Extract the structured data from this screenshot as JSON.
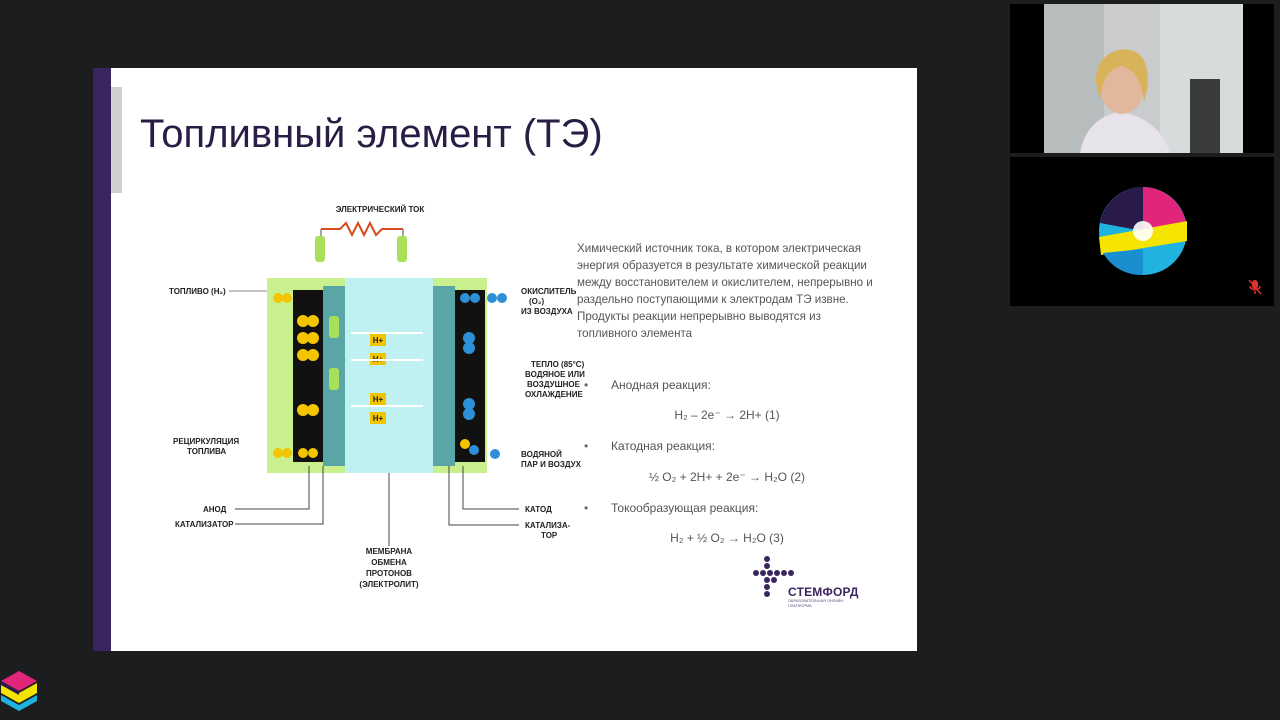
{
  "slide": {
    "title": "Топливный элемент (ТЭ)",
    "diagram": {
      "current_label": "ЭЛЕКТРИЧЕСКИЙ ТОК",
      "fuel_label": "ТОПЛИВО (H₂)",
      "oxidant_label_1": "ОКИСЛИТЕЛЬ",
      "oxidant_label_2": "(O₂)",
      "oxidant_label_3": "ИЗ ВОЗДУХА",
      "heat_label_1": "ТЕПЛО (85°C)",
      "heat_label_2": "ВОДЯНОЕ ИЛИ",
      "heat_label_3": "ВОЗДУШНОЕ",
      "heat_label_4": "ОХЛАЖДЕНИЕ",
      "recirc_label_1": "РЕЦИРКУЛЯЦИЯ",
      "recirc_label_2": "ТОПЛИВА",
      "water_label_1": "ВОДЯНОЙ",
      "water_label_2": "ПАР И ВОЗДУХ",
      "anode_label": "АНОД",
      "catalyst_left_label": "КАТАЛИЗАТОР",
      "cathode_label": "КАТОД",
      "catalyst_right_label_1": "КАТАЛИЗА-",
      "catalyst_right_label_2": "ТОР",
      "membrane_label_1": "МЕМБРАНА",
      "membrane_label_2": "ОБМЕНА",
      "membrane_label_3": "ПРОТОНОВ",
      "membrane_label_4": "(ЭЛЕКТРОЛИТ)",
      "proton_label": "H+"
    },
    "description": "Химический источник тока, в котором электрическая энергия образуется в результате химической реакции между восстановителем и окислителем, непрерывно и раздельно поступающими к электродам ТЭ извне. Продукты реакции непрерывно выводятся из топливного элемента",
    "reactions": [
      {
        "label": "Анодная реакция:",
        "equation": "H₂ – 2e⁻ → 2H+ (1)"
      },
      {
        "label": "Катодная реакция:",
        "equation": "½ O₂ + 2H+ + 2e⁻ → H₂O (2)"
      },
      {
        "label": "Токообразующая реакция:",
        "equation": "H₂ + ½ O₂ → H₂O (3)"
      }
    ],
    "logo": {
      "name": "СТЕМФОРД",
      "tagline": "ОБРАЗОВАТЕЛЬНАЯ ОНЛАЙН-ПЛАТФОРМА"
    }
  },
  "colors": {
    "slide_bar": "#3a2560",
    "title": "#2a1d45",
    "cell_outer": "#c9f08c",
    "electrolyte": "#bff0f2",
    "hydrogen": "#f2c500",
    "oxygen": "#2f8fd6"
  },
  "icons": {
    "mute": "microphone-muted-icon",
    "brand": "brand-logo-icon"
  }
}
